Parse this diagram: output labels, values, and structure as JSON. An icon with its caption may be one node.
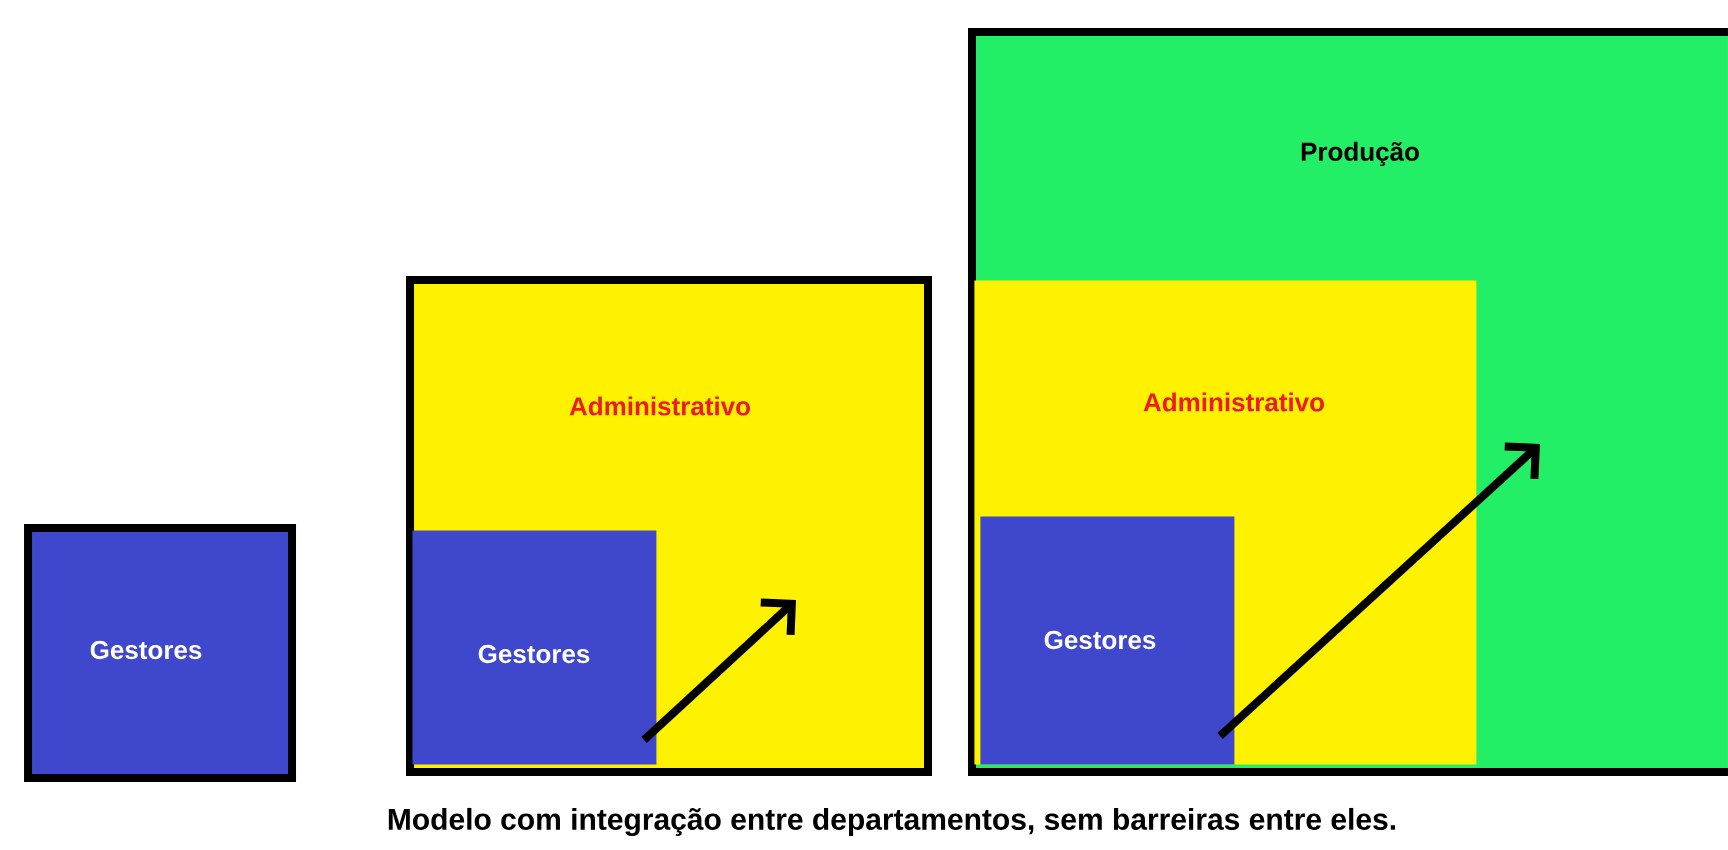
{
  "diagram": {
    "caption": "Modelo com integração entre departamentos, sem barreiras entre eles.",
    "nodes": [
      {
        "text": [
          "Gestores"
        ]
      },
      {
        "text": [
          "Administrativo"
        ]
      },
      {
        "text": [
          "Gestores"
        ],
        "in": 1
      },
      {
        "text": [
          "Produção"
        ]
      },
      {
        "text": [
          "Administrativo"
        ],
        "in": 3
      },
      {
        "text": [
          "Gestores"
        ],
        "in": 4
      }
    ]
  }
}
